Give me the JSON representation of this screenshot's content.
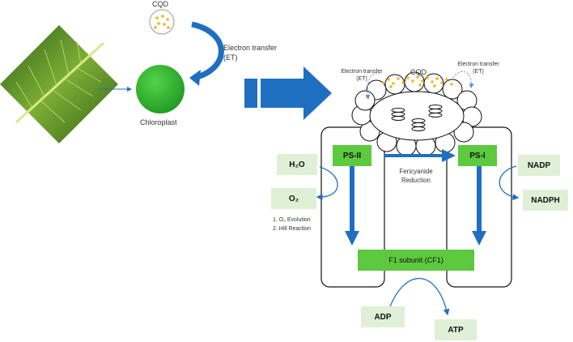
{
  "cqd_label": "CQD",
  "electron_transfer_label": "Electron transfer\n(ET)",
  "chloroplast_label": "Chloroplast",
  "et_left_label": "Electron transfer\n(ET)",
  "et_right_label": "Electron transfer\n(ET)",
  "cqd_top_label": "CQD",
  "ps2_label": "PS-II",
  "ps1_label": "PS-I",
  "h2o_label": "H₂O",
  "o2_label": "O₂",
  "notes": [
    "1. O₂ Evolution",
    "2. Hill Reaction"
  ],
  "ferricyanide_label": "Fericyanide\nReduction",
  "nadp_label": "NADP",
  "nadph_label": "NADPH",
  "f1_label": "F1 subunit (CF1)",
  "adp_label": "ADP",
  "atp_label": "ATP",
  "colors": {
    "arrow_blue": "#1f6fc1",
    "ps_green": "#5cc93e",
    "pale_green": "#dff0d6",
    "cqd_dot": "#f2b51b"
  }
}
